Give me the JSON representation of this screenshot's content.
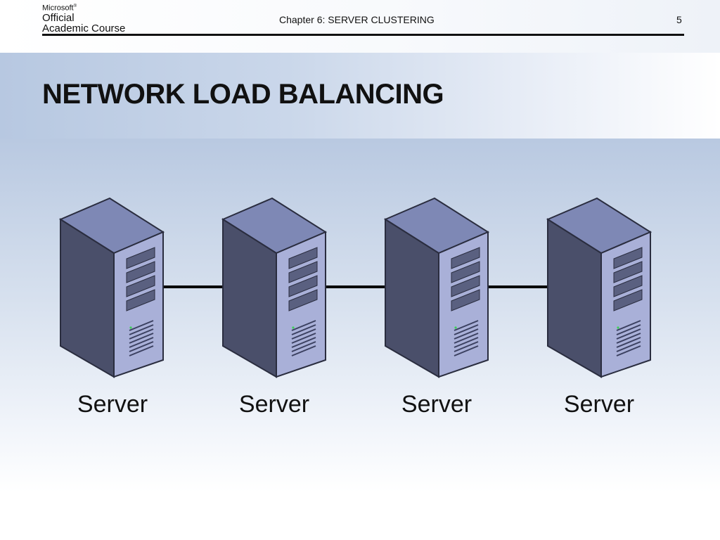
{
  "header": {
    "logo_brand": "Microsoft",
    "logo_line1": "Official",
    "logo_line2": "Academic Course",
    "chapter": "Chapter 6: SERVER CLUSTERING",
    "page_number": "5"
  },
  "title": "NETWORK LOAD BALANCING",
  "servers": [
    {
      "label": "Server"
    },
    {
      "label": "Server"
    },
    {
      "label": "Server"
    },
    {
      "label": "Server"
    }
  ],
  "colors": {
    "server_front": "#4a4f6a",
    "server_top": "#7e88b5",
    "server_side": "#a9b0d8",
    "connector": "#0a0a0a"
  }
}
